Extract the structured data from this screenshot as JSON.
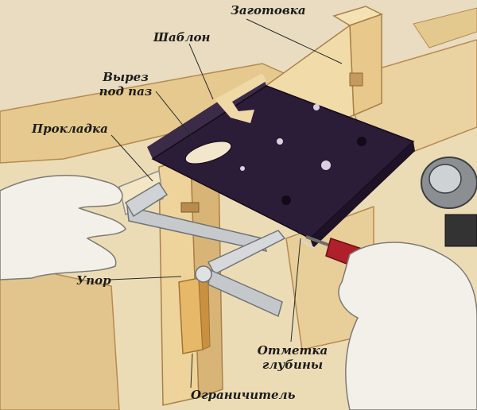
{
  "labels": {
    "zagotovka": "Заготовка",
    "shablon": "Шаблон",
    "vyrez_line1": "Вырез",
    "vyrez_line2": "под паз",
    "prokladka": "Прокладка",
    "upor": "Упор",
    "otmetka_line1": "Отметка",
    "otmetka_line2": "глубины",
    "ogranichitel": "Ограничитель"
  },
  "colors": {
    "background": "#e9dcc0",
    "wood": "#efd9a6",
    "wood_dark": "#c99e5f",
    "template": "#2b1c38",
    "metal": "#bfc2c6",
    "handle": "#b0202a",
    "skin": "#f3f0ea",
    "leader": "#2a2a2a"
  }
}
